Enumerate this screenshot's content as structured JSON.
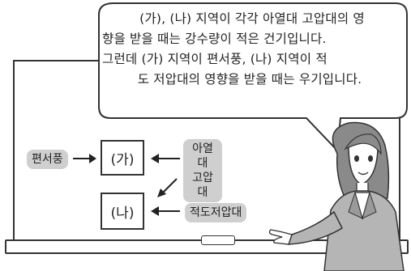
{
  "speech": {
    "line1": "(가), (나) 지역이 각각 아열대 고압대의 영",
    "line2": "향을 받을 때는 강수량이 적은 건기입니다.",
    "line3": "그런데 (가) 지역이 편서풍, (나) 지역이 적",
    "line4": "도 저압대의 영향을 받을 때는 우기입니다."
  },
  "diagram": {
    "box_ga": "(가)",
    "box_na": "(나)",
    "westerlies": "편서풍",
    "subtropical_line1": "아열대",
    "subtropical_line2": "고압대",
    "equatorial": "적도저압대"
  }
}
